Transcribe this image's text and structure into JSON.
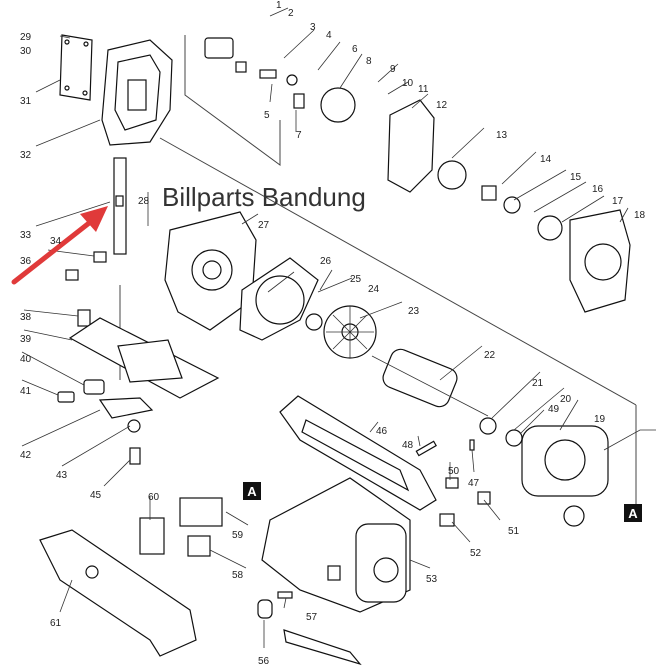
{
  "watermark": "Billparts Bandung",
  "section_marker": "A",
  "arrow_color": "#e03a3a",
  "part_numbers": [
    "1",
    "2",
    "3",
    "4",
    "5",
    "6",
    "7",
    "8",
    "9",
    "10",
    "11",
    "12",
    "13",
    "14",
    "15",
    "16",
    "17",
    "18",
    "19",
    "20",
    "21",
    "22",
    "23",
    "24",
    "25",
    "26",
    "27",
    "28",
    "29",
    "30",
    "31",
    "32",
    "33",
    "34",
    "36",
    "38",
    "39",
    "40",
    "41",
    "42",
    "43",
    "45",
    "46",
    "47",
    "48",
    "49",
    "50",
    "51",
    "52",
    "53",
    "56",
    "57",
    "58",
    "59",
    "60",
    "61"
  ]
}
